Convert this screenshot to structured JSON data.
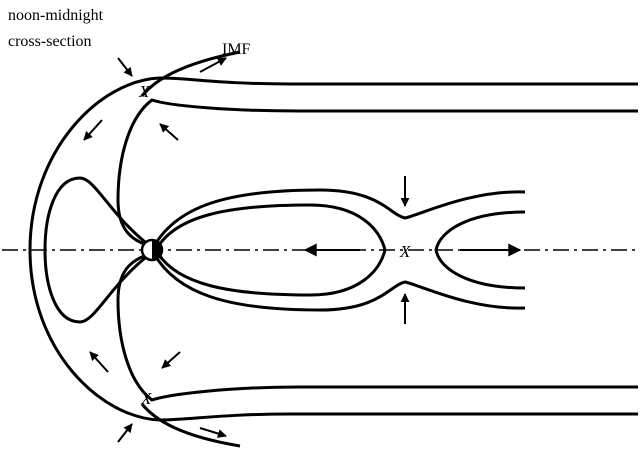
{
  "labels": {
    "cross_section_line1": "noon-midnight",
    "cross_section_line2": "cross-section",
    "imf": "IMF",
    "x_top": "X",
    "x_tail": "X",
    "x_bottom": "X"
  },
  "colors": {
    "ink": "#000000",
    "background": "#ffffff"
  }
}
